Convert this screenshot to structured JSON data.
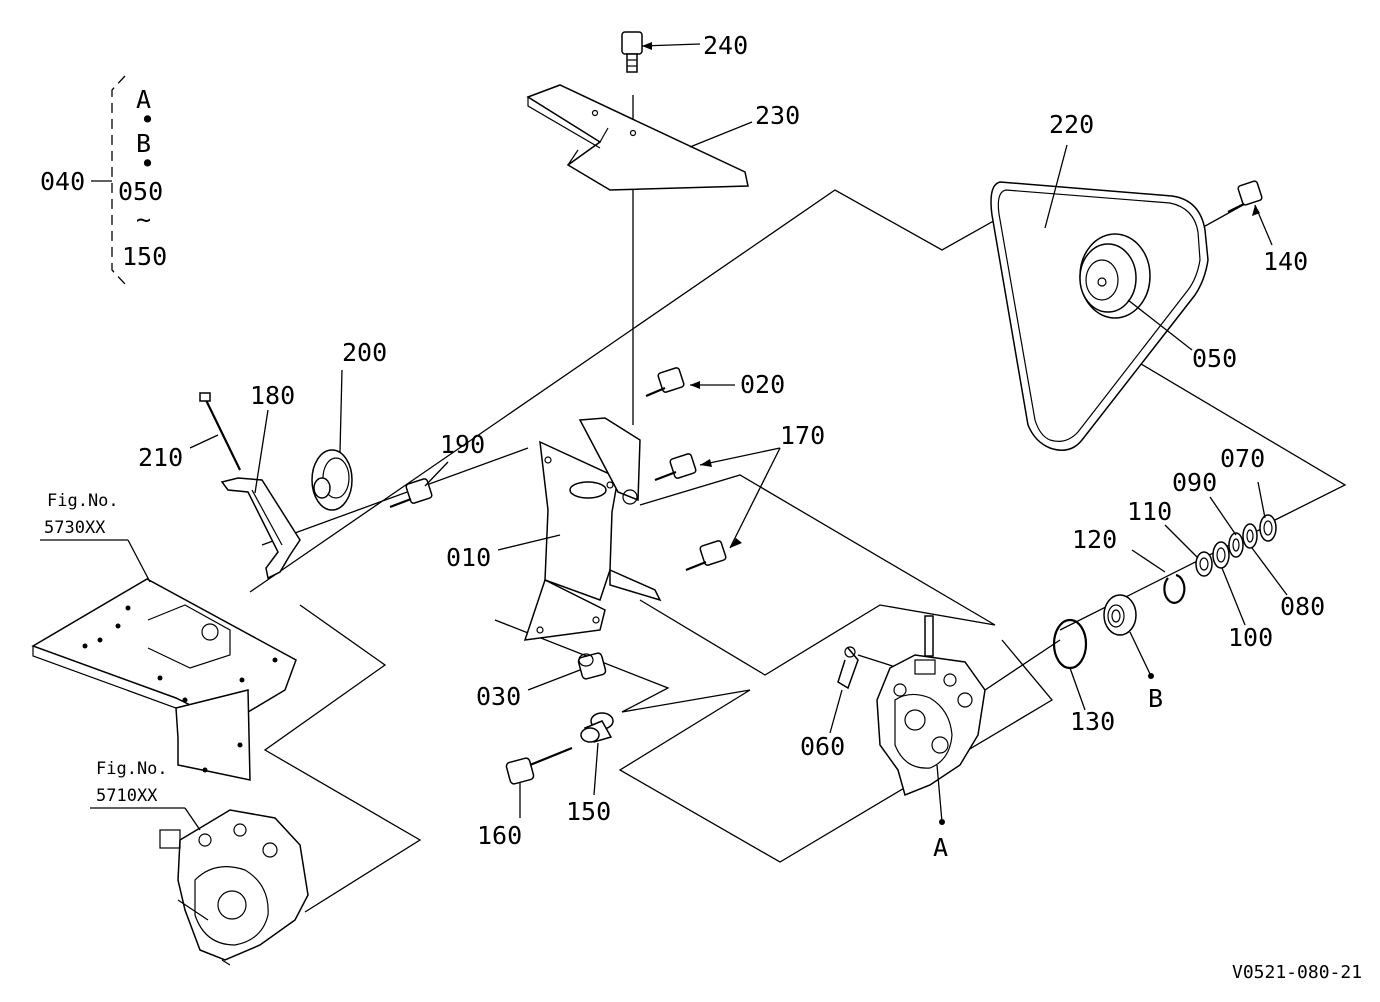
{
  "bracket": {
    "group_label": "040",
    "items": [
      "A",
      "B",
      "050",
      "150"
    ],
    "separators": [
      "•",
      "•",
      "~"
    ]
  },
  "labels": {
    "p010": "010",
    "p020": "020",
    "p030": "030",
    "p050": "050",
    "p060": "060",
    "p070": "070",
    "p080": "080",
    "p090": "090",
    "p100": "100",
    "p110": "110",
    "p120": "120",
    "p130": "130",
    "p140": "140",
    "p150": "150",
    "p160": "160",
    "p170": "170",
    "p180": "180",
    "p190": "190",
    "p200": "200",
    "p210": "210",
    "p220": "220",
    "p230": "230",
    "p240": "240",
    "mark_a": "A",
    "mark_b": "B"
  },
  "figure_refs": {
    "ref1_title": "Fig.No.",
    "ref1_code": "5730XX",
    "ref2_title": "Fig.No.",
    "ref2_code": "5710XX"
  },
  "drawing_code": "V0521-080-21"
}
